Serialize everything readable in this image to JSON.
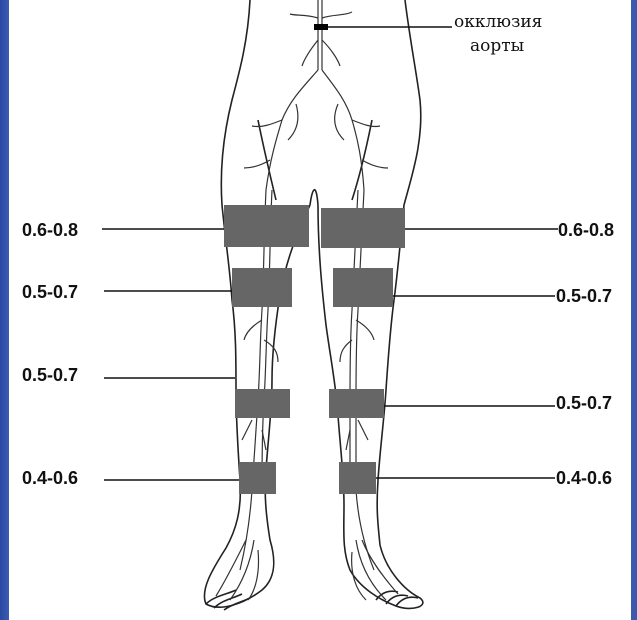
{
  "annotation": {
    "line1": "окклюзия",
    "line2": "аорты"
  },
  "left_labels": [
    "0.6-0.8",
    "0.5-0.7",
    "0.5-0.7",
    "0.4-0.6"
  ],
  "right_labels": [
    "0.6-0.8",
    "0.5-0.7",
    "0.5-0.7",
    "0.4-0.6"
  ],
  "colors": {
    "cuff": "#666666",
    "outline": "#222222",
    "frame": "#2f4fa6",
    "occlusion_mark": "#000000"
  }
}
